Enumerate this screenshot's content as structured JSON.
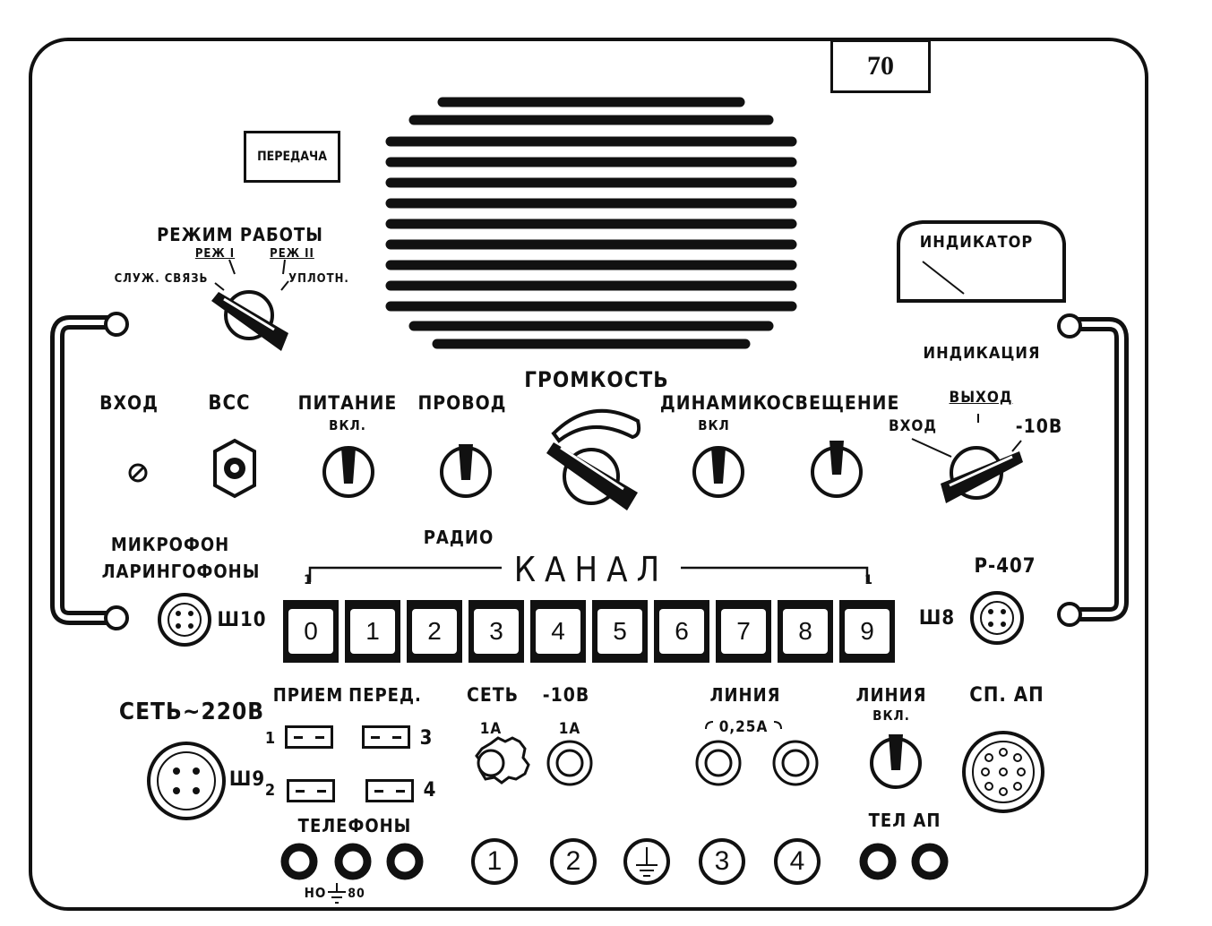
{
  "page_number": "70",
  "labels": {
    "transmit": "ПЕРЕДАЧА",
    "mode_title": "РЕЖИМ РАБОТЫ",
    "mode_1": "РЕЖ I",
    "mode_2": "РЕЖ II",
    "service_link": "СЛУЖ. СВЯЗЬ",
    "multiplex": "УПЛОТН.",
    "indicator": "ИНДИКАТОР",
    "indication": "ИНДИКАЦИЯ",
    "ind_input": "ВХОД",
    "ind_output": "ВЫХОД",
    "ind_minus10": "-10В",
    "input": "ВХОД",
    "vss": "ВСС",
    "power": "ПИТАНИЕ",
    "power_on": "ВКЛ.",
    "wire": "ПРОВОД",
    "radio": "РАДИО",
    "volume": "ГРОМКОСТЬ",
    "speaker": "ДИНАМИК",
    "speaker_on": "ВКЛ",
    "lighting": "ОСВЕЩЕНИЕ",
    "microphone": "МИКРОФОН",
    "laryngophones": "ЛАРИНГОФОНЫ",
    "sh10": "Ш10",
    "channel": "КАНАЛ",
    "channel_start": "1",
    "channel_end": "1",
    "sh8": "Ш8",
    "r407": "Р-407",
    "mains": "СЕТЬ~220В",
    "sh9": "Ш9",
    "receive": "ПРИЕМ",
    "transmit_short": "ПЕРЕД.",
    "fuse_1": "1",
    "fuse_2": "2",
    "fuse_3": "3",
    "fuse_4": "4",
    "net": "СЕТЬ",
    "minus10v": "-10В",
    "fuse_1a_a": "1А",
    "fuse_1a_b": "1А",
    "line": "ЛИНИЯ",
    "line_fuse": "0,25А",
    "line_switch": "ЛИНИЯ",
    "line_switch_on": "ВКЛ.",
    "sp_ap": "СП. АП",
    "telephones": "ТЕЛЕФОНЫ",
    "ho": "НО",
    "v80": "80",
    "tel_ap": "ТЕЛ АП"
  },
  "channel_keys": [
    "0",
    "1",
    "2",
    "3",
    "4",
    "5",
    "6",
    "7",
    "8",
    "9"
  ],
  "terminals": [
    "1",
    "2",
    "3",
    "4"
  ]
}
